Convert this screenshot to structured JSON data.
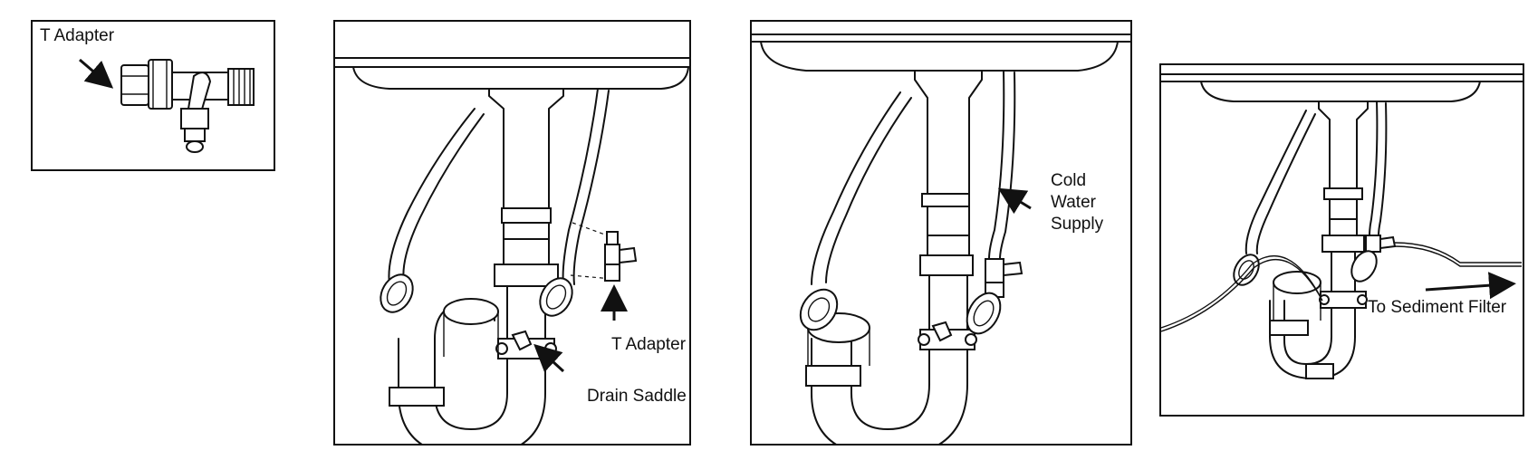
{
  "panel1": {
    "label": "T Adapter"
  },
  "panel2": {
    "t_adapter_label": "T Adapter",
    "drain_saddle_label": "Drain Saddle"
  },
  "panel3": {
    "cold_water_lines": [
      "Cold",
      "Water",
      "Supply"
    ]
  },
  "panel4": {
    "sediment_label": "To Sediment Filter"
  },
  "colors": {
    "line": "#111111",
    "background": "#ffffff"
  }
}
